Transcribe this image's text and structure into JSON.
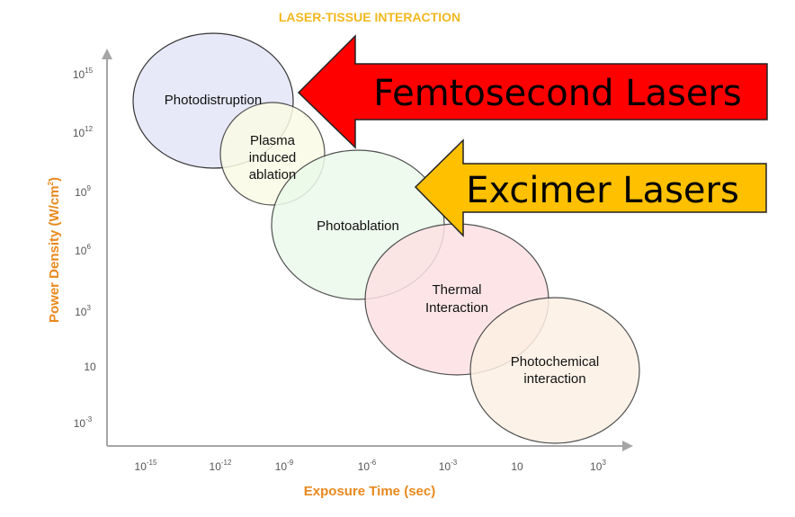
{
  "title": "LASER-TISSUE INTERACTION",
  "x_axis": {
    "title": "Exposure Time (sec)",
    "ticks": [
      {
        "base": "10",
        "exp": "-15"
      },
      {
        "base": "10",
        "exp": "-12"
      },
      {
        "base": "10",
        "exp": "-9"
      },
      {
        "base": "10",
        "exp": "-6"
      },
      {
        "base": "10",
        "exp": "-3"
      },
      {
        "base": "10",
        "exp": ""
      },
      {
        "base": "10",
        "exp": "3"
      }
    ]
  },
  "y_axis": {
    "title_main": "Power Density (W/cm",
    "title_sup": "2",
    "title_end": ")",
    "ticks": [
      {
        "base": "10",
        "exp": "15"
      },
      {
        "base": "10",
        "exp": "12"
      },
      {
        "base": "10",
        "exp": "9"
      },
      {
        "base": "10",
        "exp": "6"
      },
      {
        "base": "10",
        "exp": "3"
      },
      {
        "base": "10",
        "exp": ""
      },
      {
        "base": "10",
        "exp": "-3"
      }
    ]
  },
  "regions": [
    {
      "id": "photodistruption",
      "lines": [
        "Photodistruption"
      ],
      "fill": "#e7e9f8"
    },
    {
      "id": "plasma",
      "lines": [
        "Plasma",
        "induced",
        "ablation"
      ],
      "fill": "#fbfbe6"
    },
    {
      "id": "photoablation",
      "lines": [
        "Photoablation"
      ],
      "fill": "#eafaea"
    },
    {
      "id": "thermal",
      "lines": [
        "Thermal",
        "Interaction"
      ],
      "fill": "#fde1e3"
    },
    {
      "id": "photochemical",
      "lines": [
        "Photochemical",
        "interaction"
      ],
      "fill": "#fdf0e4"
    }
  ],
  "arrows": [
    {
      "id": "femtosecond",
      "label": "Femtosecond Lasers",
      "color": "#ff0000"
    },
    {
      "id": "excimer",
      "label": "Excimer Lasers",
      "color": "#ffc000"
    }
  ]
}
